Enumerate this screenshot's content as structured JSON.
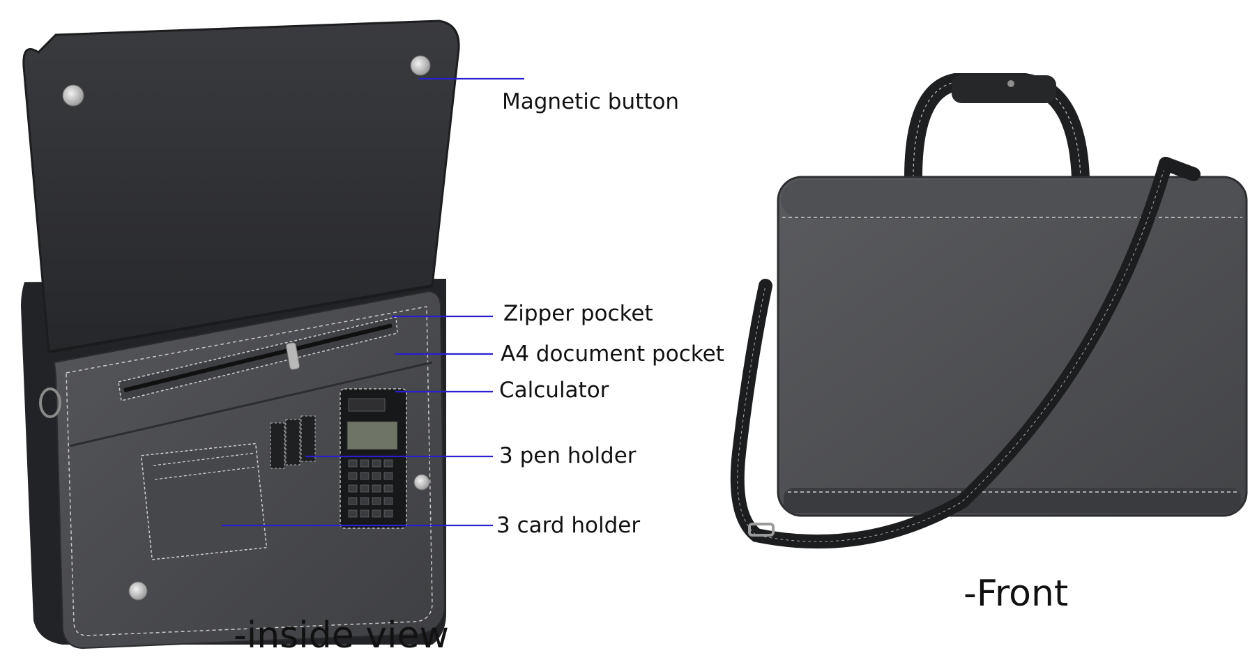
{
  "colors": {
    "leader_line": "#2a1fd0",
    "fabric": "#4b4c4e",
    "leather": "#1e1f21",
    "stitch": "#d6d6d6",
    "lining": "#2c2d30"
  },
  "callouts": {
    "magnetic_button": "Magnetic button",
    "zipper_pocket": "Zipper pocket",
    "a4_document_pocket": "A4 document pocket",
    "calculator": "Calculator",
    "pen_holder": "3 pen holder",
    "card_holder": "3 card holder"
  },
  "captions": {
    "inside_view": "-inside view",
    "front": "-Front"
  }
}
